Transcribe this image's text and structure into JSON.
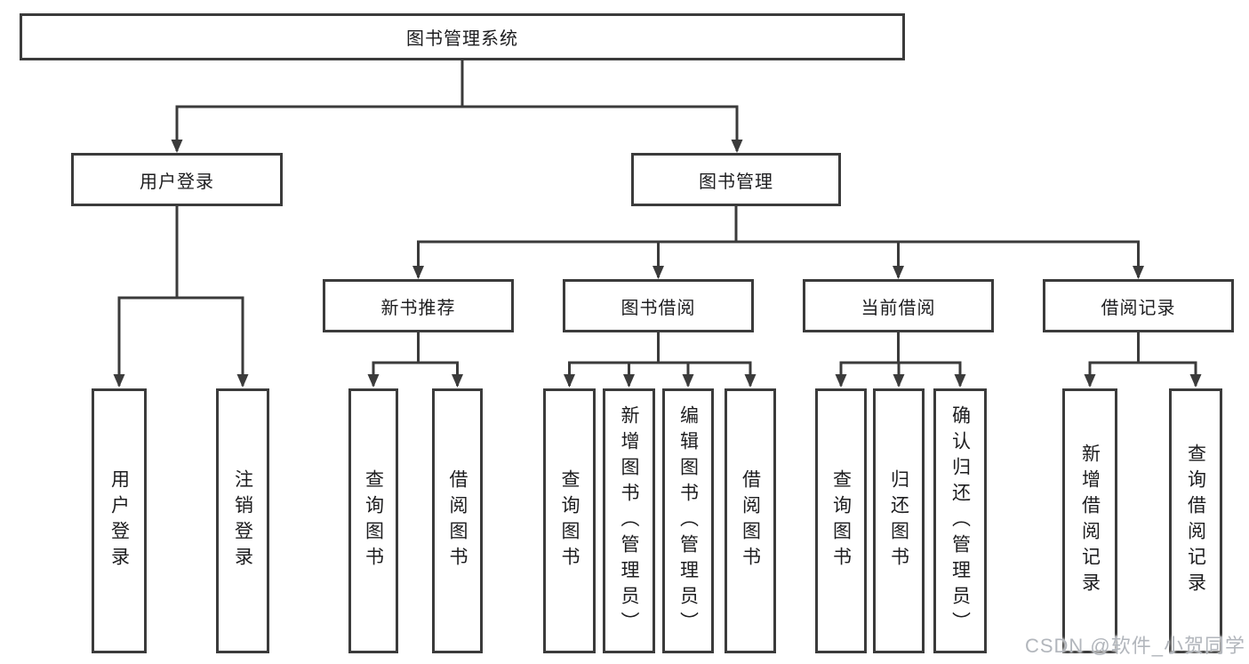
{
  "tree": {
    "root": "图书管理系统",
    "children": [
      {
        "label": "用户登录",
        "children": [
          {
            "label": "用户登录"
          },
          {
            "label": "注销登录"
          }
        ]
      },
      {
        "label": "图书管理",
        "children": [
          {
            "label": "新书推荐",
            "children": [
              {
                "label": "查询图书"
              },
              {
                "label": "借阅图书"
              }
            ]
          },
          {
            "label": "图书借阅",
            "children": [
              {
                "label": "查询图书"
              },
              {
                "label": "新增图书（管理员）"
              },
              {
                "label": "编辑图书（管理员）"
              },
              {
                "label": "借阅图书"
              }
            ]
          },
          {
            "label": "当前借阅",
            "children": [
              {
                "label": "查询图书"
              },
              {
                "label": "归还图书"
              },
              {
                "label": "确认归还（管理员）"
              }
            ]
          },
          {
            "label": "借阅记录",
            "children": [
              {
                "label": "新增借阅记录"
              },
              {
                "label": "查询借阅记录"
              }
            ]
          }
        ]
      }
    ]
  },
  "watermark": "CSDN @软件_小贺同学",
  "colors": {
    "line": "#3b3b3b",
    "box_background": "#ffffff",
    "text": "#1d1d1f",
    "watermark": "#b2b6bc"
  }
}
